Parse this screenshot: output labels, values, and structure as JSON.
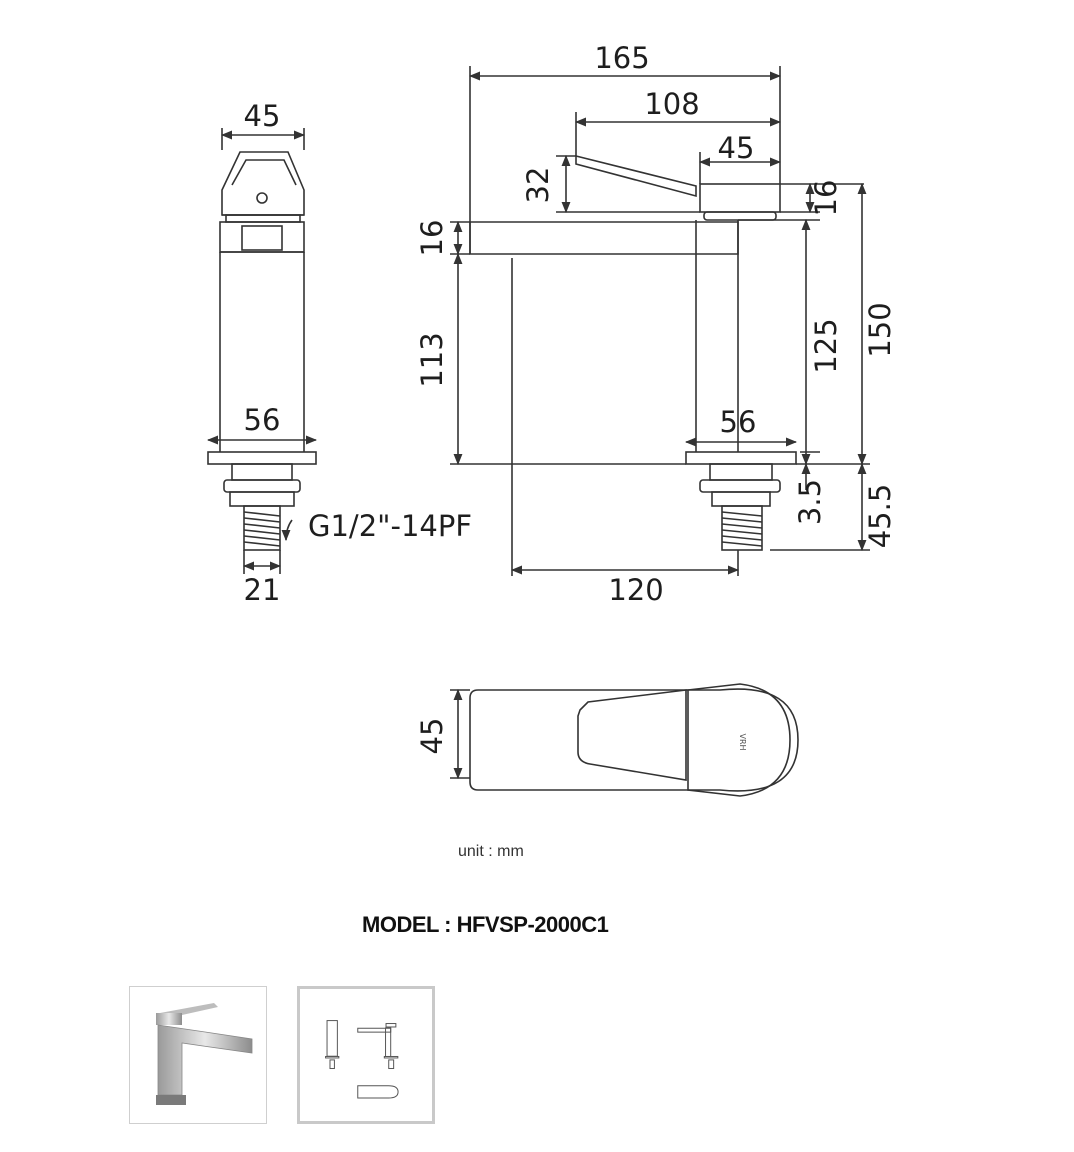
{
  "drawing": {
    "unit_text": "unit : mm",
    "model_text": "MODEL : HFVSP-2000C1",
    "side_view": {
      "top_width": "45",
      "base_width": "56",
      "thread_width": "21",
      "thread_spec": "G1/2\"-14PF"
    },
    "front_view": {
      "total_length": "165",
      "handle_length": "108",
      "cap_width": "45",
      "handle_rise": "32",
      "spout_thickness": "16",
      "cap_height": "16",
      "spout_height": "113",
      "body_height": "125",
      "total_height": "150",
      "base_width": "56",
      "base_thickness": "3.5",
      "shank_length": "45.5",
      "reach": "120"
    },
    "top_view": {
      "depth": "45",
      "logo_text": "VRH"
    }
  },
  "thumbnails": [
    {
      "label": "faucet-photo"
    },
    {
      "label": "dimension-drawing"
    }
  ]
}
